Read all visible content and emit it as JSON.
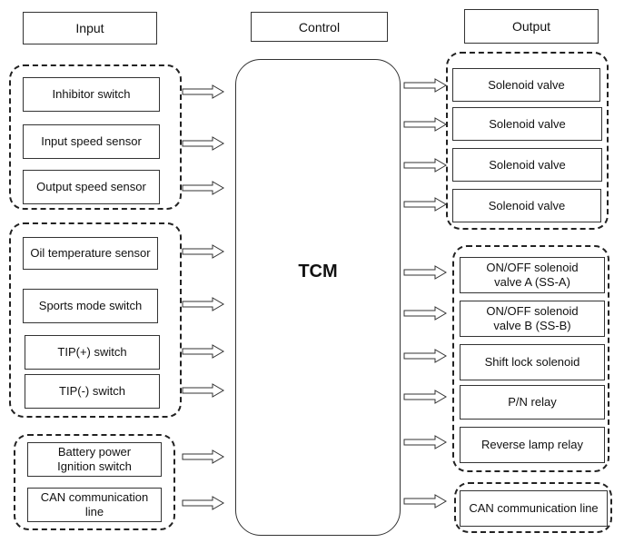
{
  "headers": {
    "input": "Input",
    "control": "Control",
    "output": "Output"
  },
  "control_label": "TCM",
  "inputs": [
    "Inhibitor switch",
    "Input speed sensor",
    "Output speed sensor",
    "Oil temperature sensor",
    "Sports mode switch",
    "TIP(+) switch",
    "TIP(-) switch",
    "Battery power\nIgnition switch",
    "CAN communication\nline"
  ],
  "outputs": [
    "Solenoid valve",
    "Solenoid valve",
    "Solenoid valve",
    "Solenoid valve",
    "ON/OFF solenoid\nvalve A (SS-A)",
    "ON/OFF solenoid\nvalve B (SS-B)",
    "Shift lock solenoid",
    "P/N relay",
    "Reverse lamp relay",
    "CAN communication line"
  ]
}
